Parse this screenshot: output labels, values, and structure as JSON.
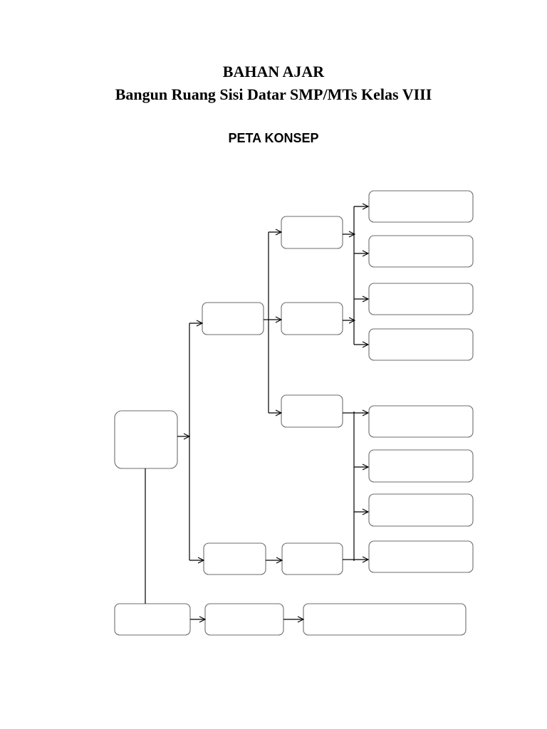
{
  "document": {
    "title": "BAHAN AJAR",
    "subtitle": "Bangun Ruang Sisi Datar SMP/MTs Kelas VIII",
    "section_heading": "PETA KONSEP"
  }
}
